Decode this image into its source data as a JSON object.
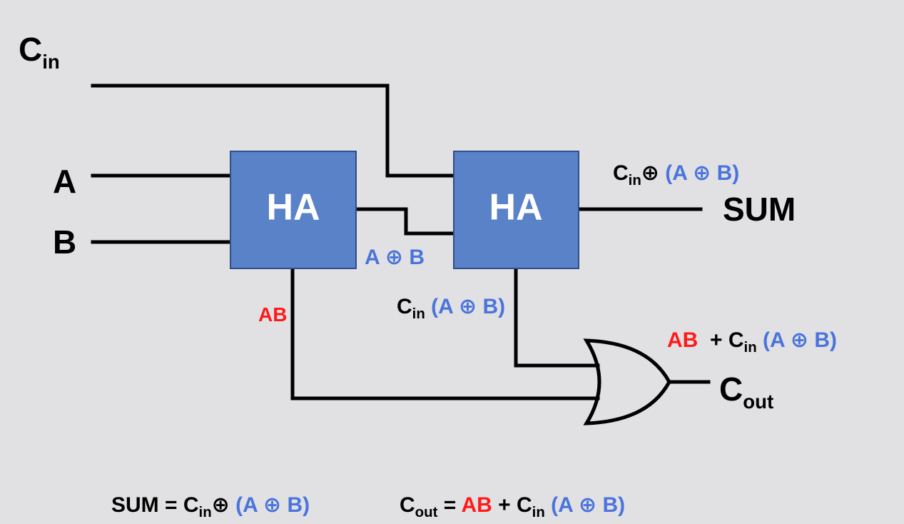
{
  "inputs": {
    "cin_main": "C",
    "cin_sub": "in",
    "a": "A",
    "b": "B"
  },
  "blocks": {
    "ha1": "HA",
    "ha2": "HA"
  },
  "outputs": {
    "sum": "SUM",
    "cout_main": "C",
    "cout_sub": "out"
  },
  "wire_labels": {
    "a_xor_b": "A ⊕ B",
    "ab": "AB",
    "ha2_carry": {
      "c": "C",
      "sub": "in",
      "expr": "(A ⊕ B)"
    },
    "sum_expr": {
      "c": "C",
      "sub": "in",
      "op": "⊕",
      "expr": "(A ⊕ B)"
    },
    "or_out": {
      "ab": "AB",
      "plus_c": "+ C",
      "sub": "in",
      "expr": "(A ⊕ B)"
    }
  },
  "equations": {
    "sum": {
      "lhs": "SUM = C",
      "sub": "in",
      "op": "⊕",
      "expr": "(A ⊕ B)"
    },
    "cout": {
      "c": "C",
      "sub": "out",
      "eq": " = ",
      "ab": "AB",
      "plus_c": " + C",
      "sub2": "in",
      "expr": "(A ⊕ B)"
    }
  },
  "colors": {
    "background": "#e1e1e3",
    "ha_block": "#5a82c8",
    "blue_text": "#4a74dc",
    "red_text": "#ff1a1a"
  }
}
